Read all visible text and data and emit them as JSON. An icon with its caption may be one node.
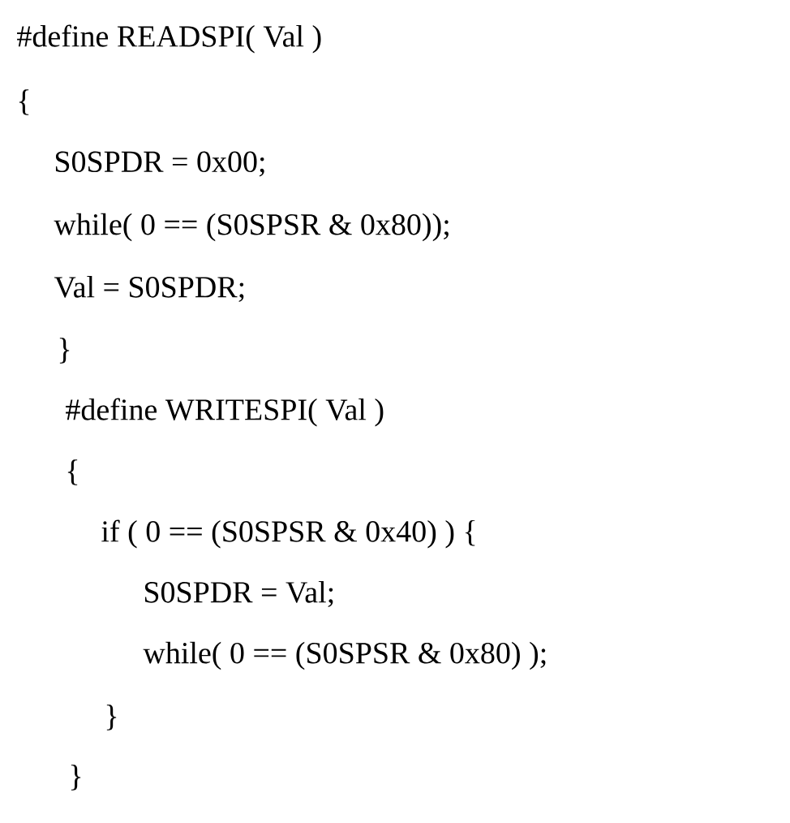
{
  "diagram": {
    "labels": [
      "#define READSPI( Val )",
      "{",
      "S0SPDR = 0x00;",
      "while( 0 == (S0SPSR & 0x80));",
      "Val = S0SPDR;",
      "}",
      "#define WRITESPI( Val )",
      "{",
      "if ( 0 == (S0SPSR & 0x40) ) {",
      "S0SPDR = Val;",
      "while( 0 == (S0SPSR & 0x80) );",
      "}",
      "}"
    ]
  }
}
